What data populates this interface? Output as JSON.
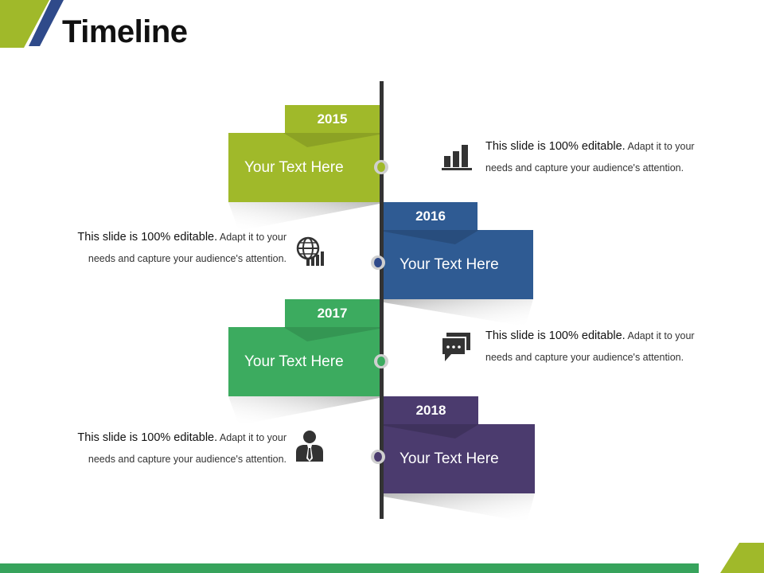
{
  "title": "Timeline",
  "colors": {
    "green_lime": "#a0b92a",
    "blue": "#2f5b93",
    "green": "#3cab5f",
    "purple": "#4b3b6e",
    "navy": "#2f4a8a"
  },
  "entries": [
    {
      "year": "2015",
      "card_text": "Your Text Here",
      "desc_lead": "This slide is 100% editable.",
      "desc_rest": " Adapt it to your needs and capture your audience's attention.",
      "icon": "bar-chart-icon"
    },
    {
      "year": "2016",
      "card_text": "Your Text Here",
      "desc_lead": "This slide is 100% editable.",
      "desc_rest": " Adapt it to your needs and capture your audience's attention.",
      "icon": "globe-chart-icon"
    },
    {
      "year": "2017",
      "card_text": "Your Text Here",
      "desc_lead": "This slide is 100% editable.",
      "desc_rest": " Adapt it to your needs and capture your audience's attention.",
      "icon": "chat-bubbles-icon"
    },
    {
      "year": "2018",
      "card_text": "Your Text Here",
      "desc_lead": "This slide is 100% editable.",
      "desc_rest": " Adapt it to your needs and capture your audience's attention.",
      "icon": "businessman-icon"
    }
  ]
}
